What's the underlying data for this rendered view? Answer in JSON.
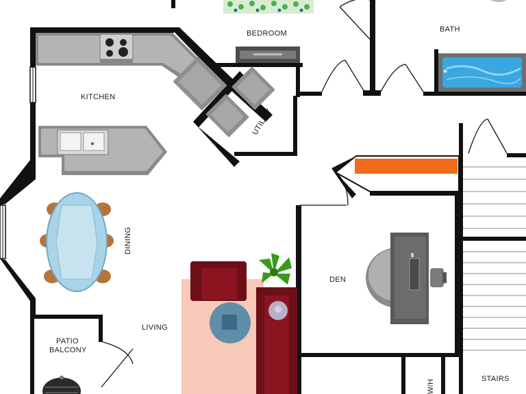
{
  "rooms": {
    "bedroom": "BEDROOM",
    "bath": "BATH",
    "kitchen": "KITCHEN",
    "utility": "UTILITY",
    "dining": "DINING",
    "den": "DEN",
    "living": "LIVING",
    "patio_line1": "PATIO",
    "patio_line2": "BALCONY",
    "stairs": "STAIRS",
    "wh": "W/H"
  },
  "colors": {
    "wall": "#111111",
    "counter": "#8a8a8a",
    "rug": "#f6c9b8",
    "sofa": "#6d0f18",
    "table_glass": "#a9d3e6",
    "chair": "#b4743a",
    "tub_water": "#3aa7e0",
    "desk": "#5a5a5a",
    "shelf_accent": "#f26a1b",
    "plant": "#3a9a1f",
    "bedspread_dots": "#4caf50"
  },
  "icons": [
    "stove-icon",
    "sink-icon",
    "washer-icon",
    "dryer-icon",
    "bathtub-icon",
    "plant-icon",
    "grill-icon",
    "desk-chair-icon",
    "armchair-icon",
    "sofa-icon"
  ]
}
